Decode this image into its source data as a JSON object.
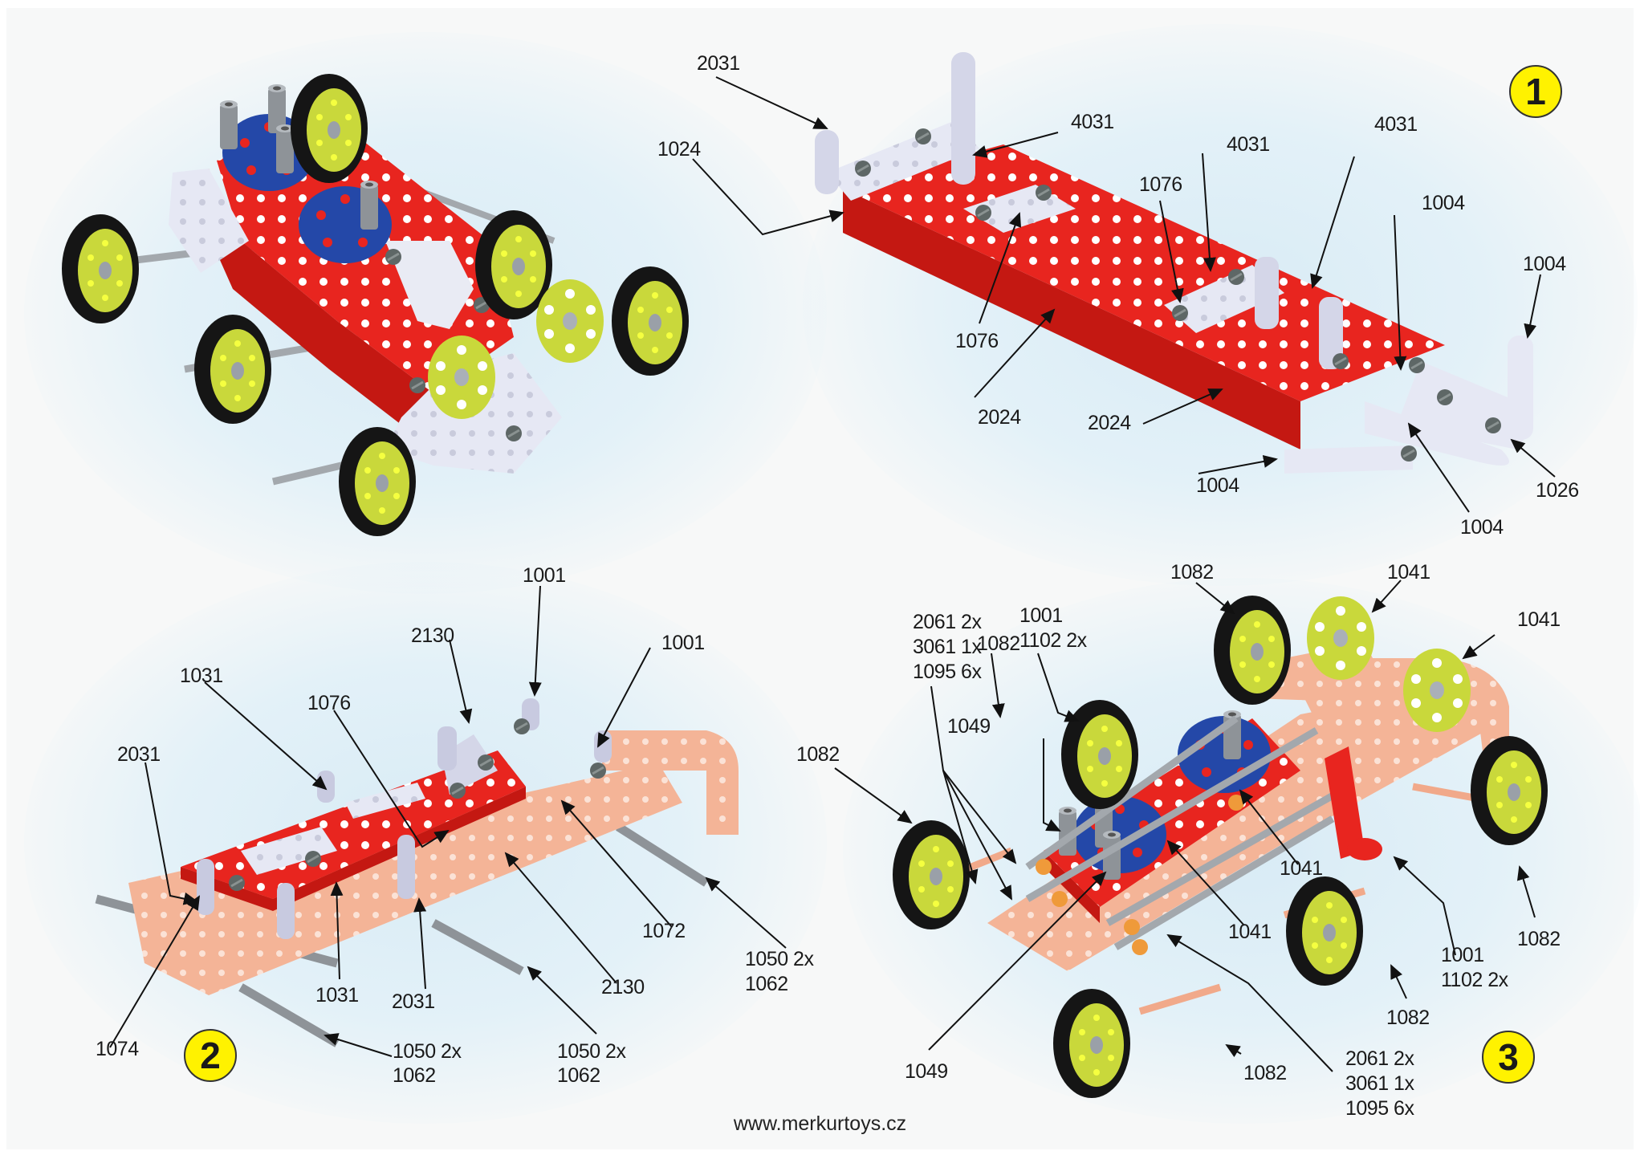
{
  "document": {
    "type": "assembly-instructions",
    "footer_url": "www.merkurtoys.cz",
    "colors": {
      "background": "#e3f1f8",
      "red_part": "#e8251f",
      "white_part": "#e6e8f4",
      "salmon_part": "#f4b497",
      "blue_part": "#2448a8",
      "yellow_wheel": "#c9d83b",
      "tire": "#151515",
      "step_badge": "#fff200"
    }
  },
  "steps": [
    {
      "number": "1",
      "labels": [
        "2031",
        "4031",
        "1024",
        "1076",
        "4031",
        "4031",
        "1076",
        "1004",
        "1004",
        "2024",
        "2024",
        "1004",
        "1026",
        "1004"
      ]
    },
    {
      "number": "2",
      "labels": [
        "1001",
        "2130",
        "1001",
        "1031",
        "1076",
        "2031",
        "1072",
        "1050 2x",
        "1062",
        "1031",
        "2031",
        "2130",
        "1074",
        "1050 2x",
        "1062",
        "1050 2x",
        "1062"
      ]
    },
    {
      "number": "3",
      "labels": [
        "1082",
        "1041",
        "2061 2x",
        "3061 1x",
        "1095 6x",
        "1082",
        "1001",
        "1102 2x",
        "1041",
        "1049",
        "1082",
        "1041",
        "1041",
        "1001",
        "1102 2x",
        "1082",
        "1082",
        "1049",
        "1082",
        "2061 2x",
        "3061 1x",
        "1095 6x"
      ]
    }
  ],
  "callouts": {
    "s1": {
      "a": "2031",
      "b": "4031",
      "c": "1024",
      "d": "4031",
      "e": "1076",
      "f": "4031",
      "g": "1004",
      "h": "1004",
      "i": "1076",
      "j": "2024",
      "k": "2024",
      "l": "1004",
      "m": "1026",
      "n": "1004"
    },
    "s2": {
      "a": "1001",
      "b": "2130",
      "c": "1001",
      "d": "1031",
      "e": "1076",
      "f": "2031",
      "g": "1072",
      "h1": "1050 2x",
      "h2": "1062",
      "i": "1031",
      "j": "2031",
      "k": "2130",
      "l": "1074",
      "m1": "1050 2x",
      "m2": "1062",
      "n1": "1050 2x",
      "n2": "1062"
    },
    "s3": {
      "a": "1082",
      "b": "1041",
      "c1": "2061 2x",
      "c2": "3061 1x",
      "c3": "1095 6x",
      "d": "1082",
      "e1": "1001",
      "e2": "1102 2x",
      "f": "1041",
      "g": "1049",
      "h": "1082",
      "i": "1041",
      "j": "1041",
      "k1": "1001",
      "k2": "1102 2x",
      "l": "1082",
      "m": "1082",
      "n": "1049",
      "o": "1082",
      "p1": "2061 2x",
      "p2": "3061 1x",
      "p3": "1095 6x"
    }
  }
}
